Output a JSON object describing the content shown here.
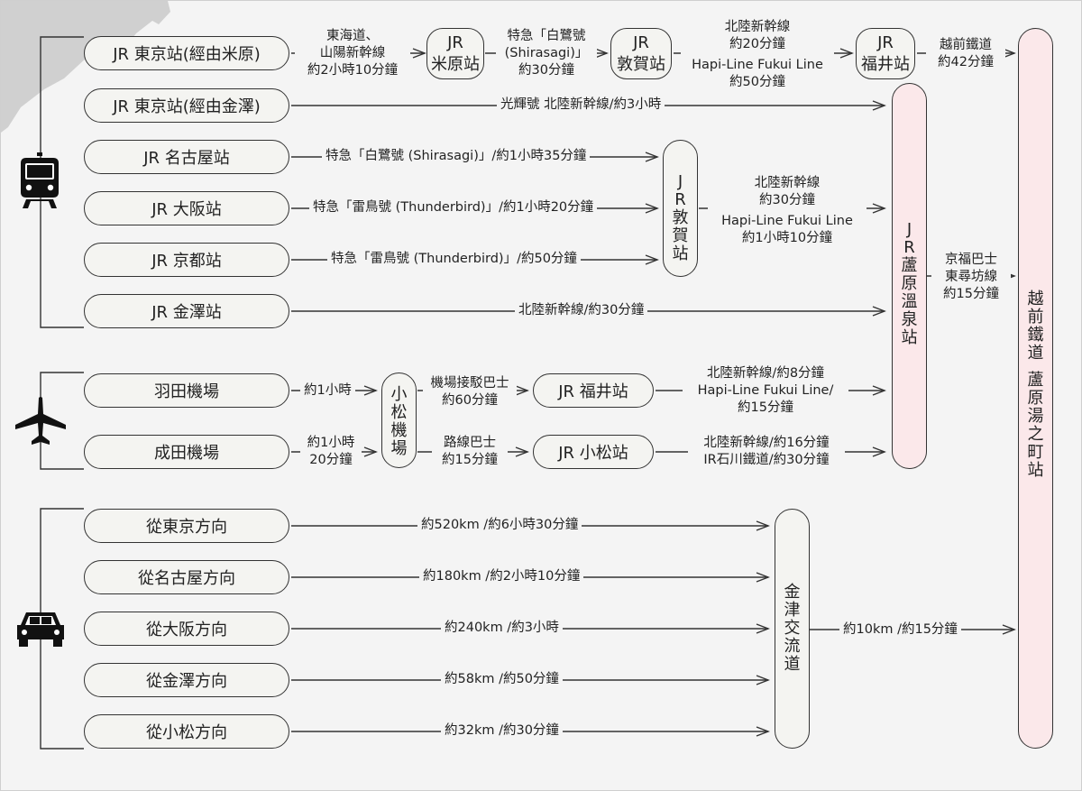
{
  "colors": {
    "line": "#333333",
    "box_fill": "#f4f4f1",
    "destination_fill": "#fbe8ea",
    "map_gray": "#d0d0d0"
  },
  "icons": {
    "train": "train-icon",
    "plane": "airplane-icon",
    "car": "car-icon"
  },
  "rail": {
    "origins": [
      "JR 東京站(經由米原)",
      "JR 東京站(經由金澤)",
      "JR 名古屋站",
      "JR 大阪站",
      "JR 京都站",
      "JR 金澤站"
    ],
    "top_route": {
      "seg1": [
        "東海道、",
        "山陽新幹線",
        "約2小時10分鐘"
      ],
      "maibara": [
        "JR",
        "米原站"
      ],
      "seg2": [
        "特急「白鷺號",
        "(Shirasagi)」",
        "約30分鐘"
      ],
      "tsuruga": [
        "JR",
        "敦賀站"
      ],
      "seg3": [
        "北陸新幹線",
        "約20分鐘",
        "Hapi-Line Fukui Line",
        "約50分鐘"
      ],
      "fukui": [
        "JR",
        "福井站"
      ],
      "seg4": [
        "越前鐵道",
        "約42分鐘"
      ]
    },
    "kanazawa_via": "光輝號 北陸新幹線/約3小時",
    "nagoya_route": "特急「白鷺號 (Shirasagi)」/約1小時35分鐘",
    "osaka_route": "特急「雷鳥號 (Thunderbird)」/約1小時20分鐘",
    "kyoto_route": "特急「雷鳥號 (Thunderbird)」/約50分鐘",
    "tsuruga_v": [
      "J",
      "R",
      "敦",
      "賀",
      "站"
    ],
    "tsuruga_to_awara": [
      "北陸新幹線",
      "約30分鐘",
      "Hapi-Line Fukui Line",
      "約1小時10分鐘"
    ],
    "kanazawa_route": "北陸新幹線/約30分鐘"
  },
  "air": {
    "origins": [
      "羽田機場",
      "成田機場"
    ],
    "haneda_time": "約1小時",
    "narita_time": [
      "約1小時",
      "20分鐘"
    ],
    "komatsu_airport": [
      "小",
      "松",
      "機",
      "場"
    ],
    "to_fukui": [
      "機場接駁巴士",
      "約60分鐘"
    ],
    "to_komatsu": [
      "路線巴士",
      "約15分鐘"
    ],
    "fukui_station": "JR 福井站",
    "komatsu_station": "JR 小松站",
    "fukui_to_awara": [
      "北陸新幹線/約8分鐘",
      "Hapi-Line Fukui Line/",
      "約15分鐘"
    ],
    "komatsu_to_awara": [
      "北陸新幹線/約16分鐘",
      "IR石川鐵道/約30分鐘"
    ]
  },
  "awara_onsen": [
    "J",
    "R",
    "蘆",
    "原",
    "溫",
    "泉",
    "站"
  ],
  "awara_to_town": [
    "京福巴士",
    "東尋坊線",
    "約15分鐘"
  ],
  "car": {
    "origins": [
      "從東京方向",
      "從名古屋方向",
      "從大阪方向",
      "從金澤方向",
      "從小松方向"
    ],
    "times": [
      "約520km /約6小時30分鐘",
      "約180km /約2小時10分鐘",
      "約240km /約3小時",
      "約58km /約50分鐘",
      "約32km /約30分鐘"
    ],
    "kanazu_ic": [
      "金",
      "津",
      "交",
      "流",
      "道"
    ],
    "ic_to_town": "約10km /約15分鐘"
  },
  "destination": [
    "越",
    "前",
    "鐵",
    "道",
    "",
    "蘆",
    "原",
    "湯",
    "之",
    "町",
    "站"
  ]
}
